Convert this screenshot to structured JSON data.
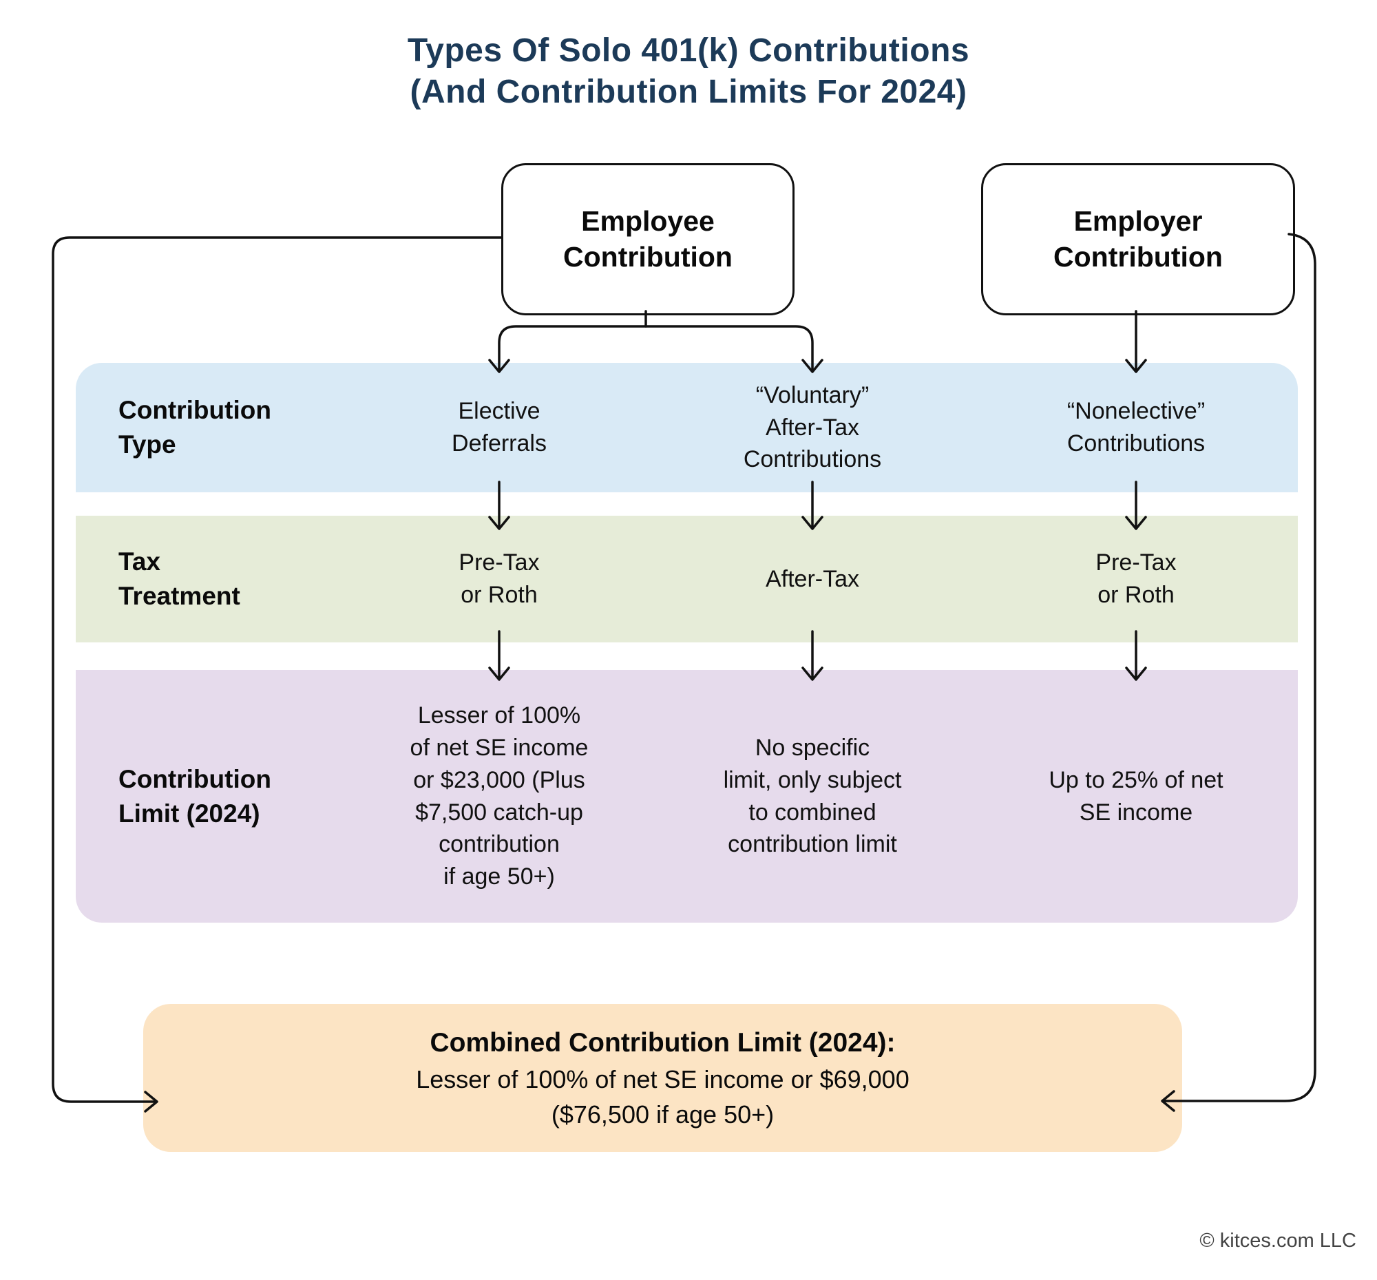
{
  "title": {
    "line1": "Types Of Solo 401(k) Contributions",
    "line2": "(And Contribution Limits For 2024)"
  },
  "top_boxes": {
    "employee": {
      "label": "Employee\nContribution"
    },
    "employer": {
      "label": "Employer\nContribution"
    }
  },
  "rows": [
    {
      "label": "Contribution\nType",
      "bg": "#d9eaf6",
      "cells": [
        "Elective\nDeferrals",
        "“Voluntary”\nAfter-Tax\nContributions",
        "“Nonelective”\nContributions"
      ]
    },
    {
      "label": "Tax\nTreatment",
      "bg": "#e6ecd8",
      "cells": [
        "Pre-Tax\nor Roth",
        "After-Tax",
        "Pre-Tax\nor Roth"
      ]
    },
    {
      "label": "Contribution\nLimit (2024)",
      "bg": "#e6dbec",
      "cells": [
        "Lesser of 100%\nof net SE income\nor $23,000 (Plus\n$7,500 catch-up\ncontribution\nif age 50+)",
        "No specific\nlimit, only subject\nto combined\ncontribution limit",
        "Up to 25% of net\nSE income"
      ]
    }
  ],
  "combined_box": {
    "bg": "#fce4c4",
    "heading": "Combined Contribution Limit (2024):",
    "line2": "Lesser of 100% of net SE income or $69,000",
    "line3": "($76,500 if age 50+)"
  },
  "footer": {
    "copyright": "© kitces.com LLC"
  },
  "colors": {
    "title_navy": "#1c3a58",
    "line_black": "#111111",
    "band_blue": "#d9eaf6",
    "band_green": "#e6ecd8",
    "band_purple": "#e6dbec",
    "combined_orange": "#fce4c4"
  }
}
